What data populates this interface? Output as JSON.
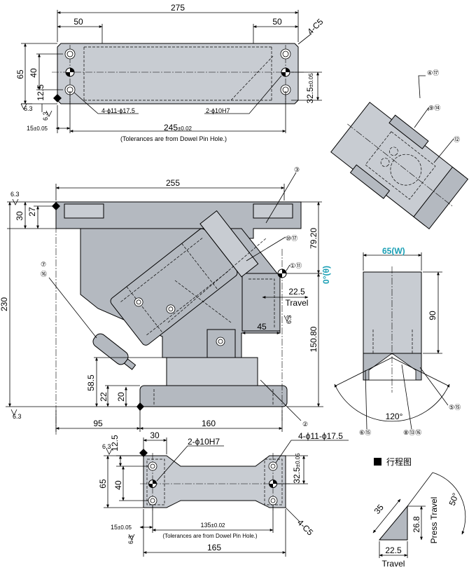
{
  "top_view": {
    "overall_width": "275",
    "left_step": "50",
    "right_step": "50",
    "chamfer": "4-C5",
    "height": "65",
    "hole_pitch": "40",
    "edge_offset": "12.5",
    "hole_offset_right": "32.5",
    "hole_offset_tol": "±0.05",
    "surface_a": "6.3",
    "surface_b": "6.3",
    "edge_x": "15",
    "edge_x_tol": "±0.05",
    "holes_label": "4-ϕ11-ϕ17.5",
    "dowel_label": "2-ϕ10H7",
    "dowel_span": "245",
    "dowel_span_tol": "±0.02",
    "note": "(Tolerances are from Dowel Pin Hole.)"
  },
  "front_view": {
    "top_width": "255",
    "part_3": "③",
    "rough_top": "6.3",
    "flange_30": "30",
    "flange_27": "27",
    "overall_height": "230",
    "part_7": "⑦",
    "part_16": "⑯",
    "part_10_17": "⑩⑰",
    "dim_79_20": "79.20",
    "part_1_11": "①⑪",
    "angle_label": "0°(θ)",
    "travel_value": "22.5",
    "travel_label": "Travel",
    "dim_45": "45",
    "rough_mid": "6.3",
    "dim_150_80": "150.80",
    "dim_58_5": "58.5",
    "dim_22": "22",
    "dim_20": "20",
    "rough_bottom": "6.3",
    "dim_95": "95",
    "dim_160": "160",
    "part_2": "②"
  },
  "iso_view": {
    "part_4_17": "④⑰",
    "part_9_14": "⑨⑭",
    "part_12": "⑫"
  },
  "side_view": {
    "width_label": "65",
    "width_symbol": "(W)",
    "height": "90",
    "angle": "120°",
    "part_5_15": "⑤⑮",
    "part_6_15": "⑥⑮",
    "part_8_13_16": "⑧⑬⑯"
  },
  "bottom_view": {
    "rough_a": "6.3",
    "dim_12_5": "12.5",
    "dim_30": "30",
    "dowel_label": "2-ϕ10H7",
    "holes_label": "4-ϕ11-ϕ17.5",
    "height": "65",
    "pitch": "40",
    "offset": "32.5",
    "offset_tol": "±0.05",
    "chamfer": "4-C5",
    "edge_x": "15",
    "edge_x_tol": "±0.05",
    "dowel_span": "135",
    "dowel_span_tol": "±0.02",
    "rough_b": "6.3",
    "note": "(Tolerances are from Dowel Pin Hole.)",
    "overall": "165"
  },
  "stroke_diagram": {
    "title": "行程图",
    "hyp": "35",
    "vertical": "26.8",
    "press_travel": "Press Travel",
    "angle": "50°",
    "horizontal": "22.5",
    "travel": "Travel"
  }
}
